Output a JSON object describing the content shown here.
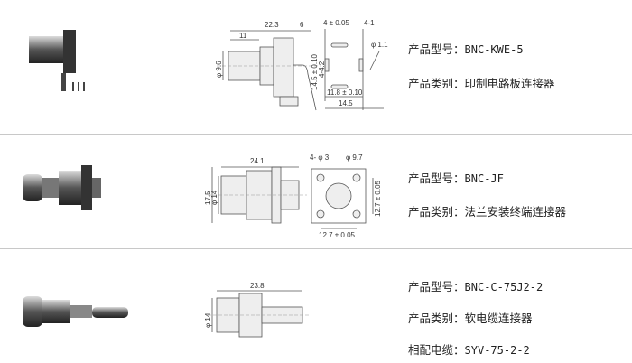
{
  "products": [
    {
      "model_label": "产品型号：",
      "model": "BNC-KWE-5",
      "category_label": "产品类别：",
      "category": "印制电路板连接器",
      "dims": {
        "d1": "22.3",
        "d2": "6",
        "d3": "11",
        "d4": "φ 9.6",
        "d5": "4 ± 0.05",
        "d6": "4-1",
        "d7": "φ 1.1",
        "d8": "14.5 ± 0.10",
        "d9": "4-4.2",
        "d10": "11.8 ± 0.10",
        "d11": "14.5"
      }
    },
    {
      "model_label": "产品型号：",
      "model": "BNC-JF",
      "category_label": "产品类别：",
      "category": "法兰安装终端连接器",
      "dims": {
        "d1": "24.1",
        "d2": "17.5",
        "d3": "φ 14",
        "d4": "4- φ 3",
        "d5": "φ 9.7",
        "d6": "12.7 ± 0.05",
        "d7": "12.7 ± 0.05"
      }
    },
    {
      "model_label": "产品型号：",
      "model": "BNC-C-75J2-2",
      "category_label": "产品类别：",
      "category": "软电缆连接器",
      "cable_label": "相配电缆：",
      "cable": "SYV-75-2-2",
      "dims": {
        "d1": "23.8",
        "d2": "φ 14"
      }
    }
  ]
}
